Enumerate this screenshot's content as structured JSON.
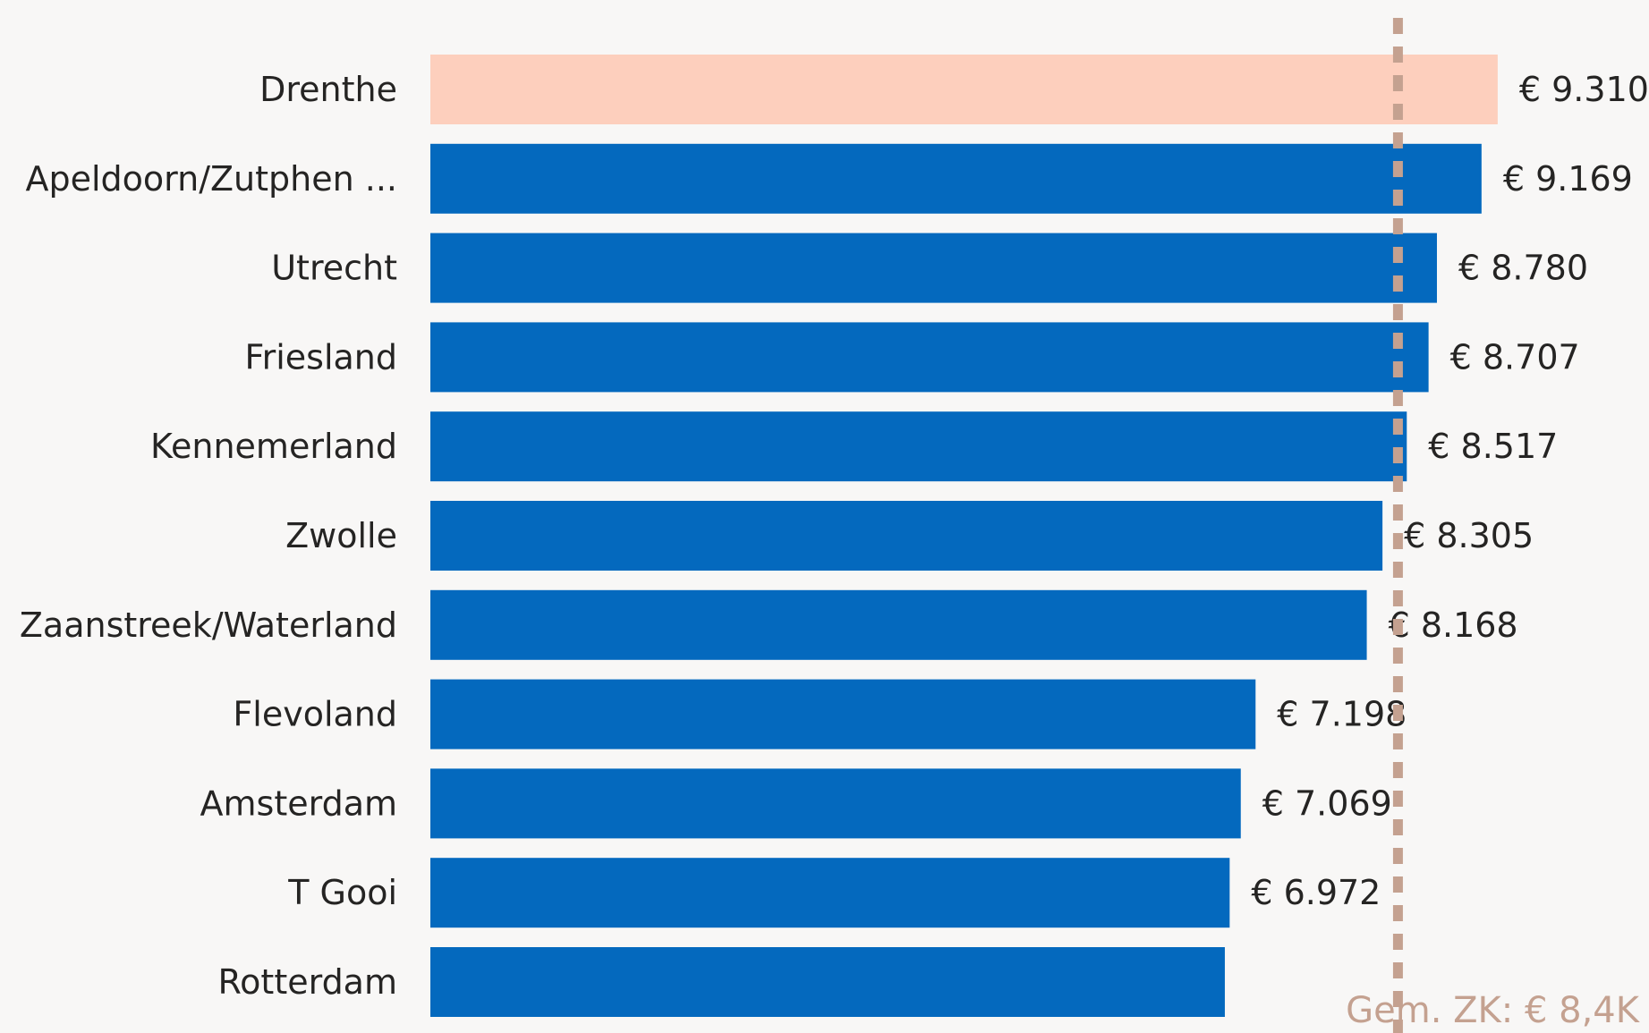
{
  "chart_data": {
    "type": "bar",
    "orientation": "horizontal",
    "categories": [
      "Drenthe",
      "Apeldoorn/Zutphen ...",
      "Utrecht",
      "Friesland",
      "Kennemerland",
      "Zwolle",
      "Zaanstreek/Waterland",
      "Flevoland",
      "Amsterdam",
      "T Gooi",
      "Rotterdam"
    ],
    "values": [
      9310,
      9169,
      8780,
      8707,
      8517,
      8305,
      8168,
      7198,
      7069,
      6972,
      6930
    ],
    "value_labels": [
      "€ 9.310",
      "€ 9.169",
      "€ 8.780",
      "€ 8.707",
      "€ 8.517",
      "€ 8.305",
      "€ 8.168",
      "€ 7.198",
      "€ 7.069",
      "€ 6.972",
      ""
    ],
    "highlight_index": 0,
    "colors": {
      "highlight": "#fdcfbd",
      "bar": "#0469be",
      "reference_line": "#c4a190",
      "background": "#f8f7f6"
    },
    "reference_line": {
      "value": 8440,
      "label": "Gem. ZK: € 8,4K",
      "style": "dashed"
    },
    "xlim": [
      0,
      9600
    ],
    "title": "",
    "xlabel": "",
    "ylabel": "",
    "grid": false
  }
}
